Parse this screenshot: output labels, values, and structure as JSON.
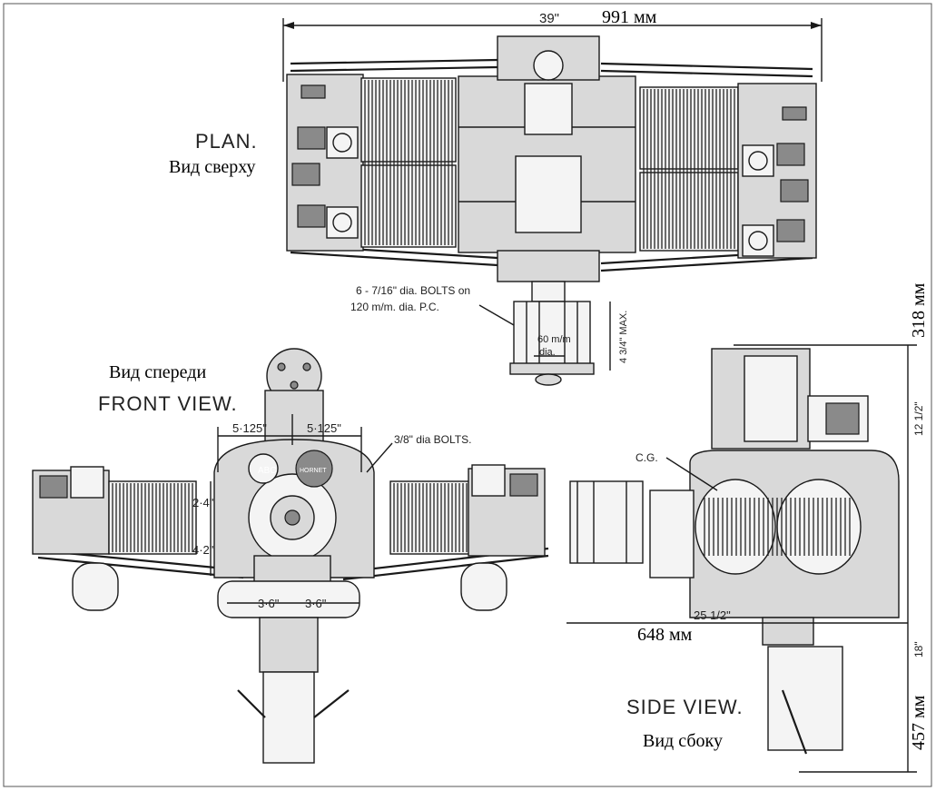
{
  "views": {
    "plan": {
      "label_en": "PLAN.",
      "label_ru": "Вид сверху"
    },
    "front": {
      "label_en": "FRONT VIEW.",
      "label_ru": "Вид спереди"
    },
    "side": {
      "label_en": "SIDE VIEW.",
      "label_ru": "Вид сбоку"
    }
  },
  "dimensions": {
    "overall_width_in": "39\"",
    "overall_width_mm": "991 мм",
    "bolts_note_line1": "6 - 7/16\" dia. BOLTS on",
    "bolts_note_line2": "120 m/m. dia. P.C.",
    "hub_dia": "60 m/m",
    "hub_dia_label": "dia.",
    "hub_max": "4 3/4\" MAX.",
    "height_mm_top": "318 мм",
    "front_offset_left": "5·125\"",
    "front_offset_right": "5·125\"",
    "front_bolts": "3/8\" dia BOLTS.",
    "front_h1": "2·4\"",
    "front_h2": "4·2\"",
    "front_w_left": "3·6\"",
    "front_w_right": "3·6\"",
    "side_cg": "C.G.",
    "side_height_top": "12 1/2\"",
    "side_length": "25 1/2\"",
    "side_length_mm": "648 мм",
    "side_height_bottom": "18\"",
    "side_height_mm": "457 мм"
  },
  "badges": {
    "badge_left": "ABC",
    "badge_right": "HORNET"
  }
}
